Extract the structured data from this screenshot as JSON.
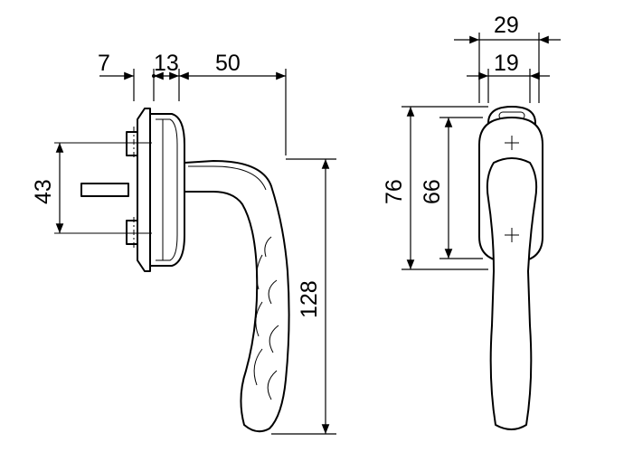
{
  "dimensions": {
    "rose_plate": "7",
    "rose_depth": "13",
    "handle_projection": "50",
    "hole_spacing": "43",
    "handle_length": "128",
    "outer_width": "29",
    "inner_width": "19",
    "outer_height": "76",
    "inner_height": "66"
  }
}
